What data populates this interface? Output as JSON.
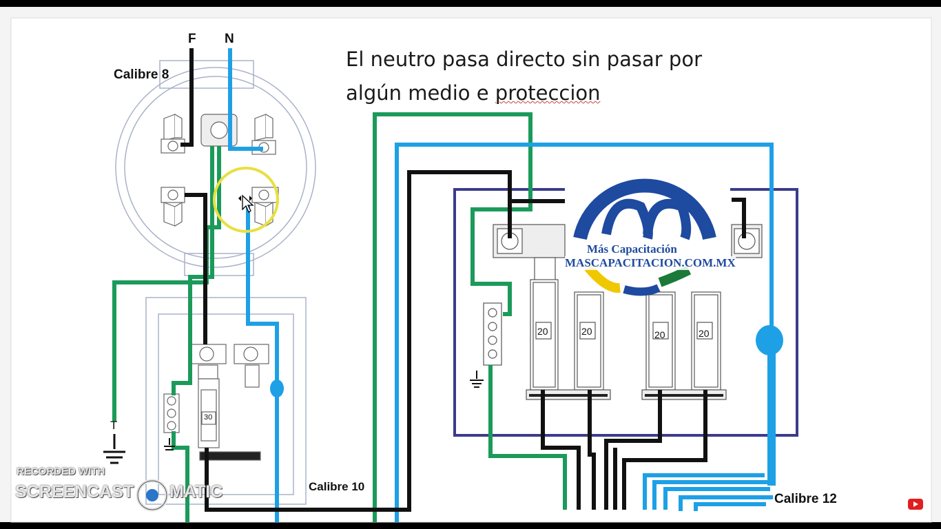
{
  "slide": {
    "title_line1": "El neutro pasa directo sin pasar por",
    "title_line2_part1": "algún medio e ",
    "title_line2_part2": "proteccion"
  },
  "labels": {
    "phase": "F",
    "neutral": "N",
    "calibre_8": "Calibre 8",
    "calibre_10": "Calibre 10",
    "calibre_12": "Calibre 12",
    "ground_t": "T",
    "breaker_main": "30",
    "breaker_1": "20",
    "breaker_2": "20",
    "breaker_3": "20",
    "breaker_4": "20"
  },
  "logo": {
    "line1": "Más Capacitación",
    "line2": "MASCAPACITACION.COM.MX"
  },
  "watermark": {
    "line1": "RECORDED WITH",
    "line2a": "SCREENCAST",
    "line2b": "MATIC"
  },
  "colors": {
    "phase_wire": "#111111",
    "neutral_wire": "#1ea0e6",
    "ground_wire": "#1b9a5a",
    "panel_border": "#3b3b8c",
    "highlight_circle": "#e8e040"
  },
  "icons": {
    "cursor": "move-cursor-icon",
    "youtube": "youtube-icon",
    "ground": "ground-symbol-icon"
  }
}
